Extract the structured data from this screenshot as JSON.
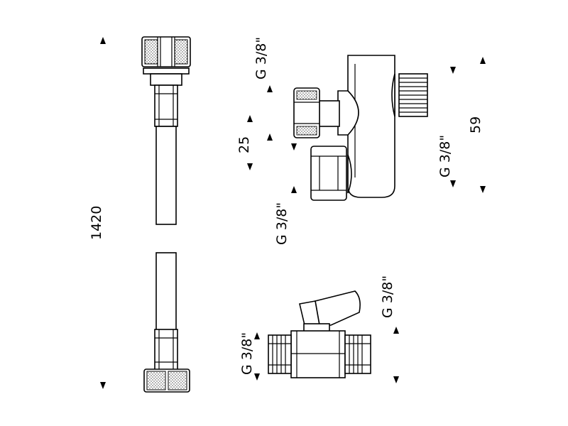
{
  "labels": {
    "hose_length": "1420",
    "thread_top_angle": "G 3/8\"",
    "thread_valve_right": "G 3/8\"",
    "height_59": "59",
    "dim_25": "25",
    "thread_valve_bottom": "G 3/8\"",
    "thread_ball_left": "G 3/8\"",
    "thread_ball_right": "G 3/8\""
  },
  "colors": {
    "line": "#000000",
    "background": "#ffffff"
  }
}
